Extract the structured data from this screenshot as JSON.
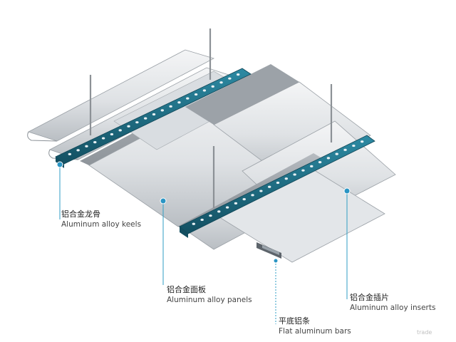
{
  "labels": {
    "keels": {
      "zh": "铝合金龙骨",
      "en": "Aluminum alloy keels"
    },
    "panels": {
      "zh": "铝合金面板",
      "en": "Aluminum alloy panels"
    },
    "bars": {
      "zh": "平底铝条",
      "en": "Flat aluminum bars"
    },
    "inserts": {
      "zh": "铝合金插片",
      "en": "Aluminum alloy inserts"
    }
  },
  "colors": {
    "keel": "#1e6f86",
    "keel_dark": "#134e60",
    "panel_light": "#eef0f2",
    "panel_mid": "#cfd3d7",
    "panel_shadow": "#8b9197",
    "leader": "#2f9ec4",
    "marker": "#2a95c4"
  },
  "watermark": "trade"
}
